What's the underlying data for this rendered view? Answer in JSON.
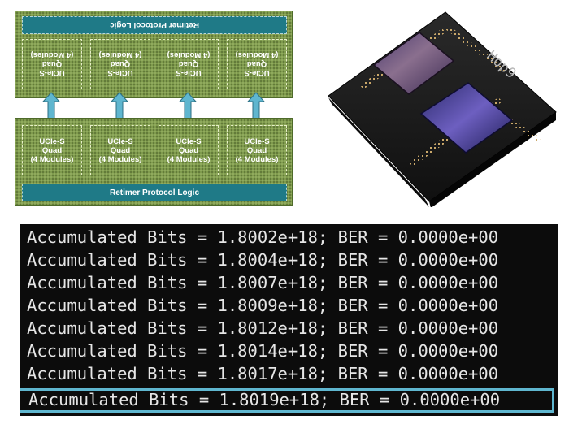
{
  "diagram": {
    "top_die": {
      "protocol_label": "Retimer Protocol Logic",
      "quads": [
        {
          "line1": "UCIe-S",
          "line2": "Quad",
          "line3": "(4 Modules)"
        },
        {
          "line1": "UCIe-S",
          "line2": "Quad",
          "line3": "(4 Modules)"
        },
        {
          "line1": "UCIe-S",
          "line2": "Quad",
          "line3": "(4 Modules)"
        },
        {
          "line1": "UCIe-S",
          "line2": "Quad",
          "line3": "(4 Modules)"
        }
      ]
    },
    "bottom_die": {
      "protocol_label": "Retimer Protocol Logic",
      "quads": [
        {
          "line1": "UCIe-S",
          "line2": "Quad",
          "line3": "(4 Modules)"
        },
        {
          "line1": "UCIe-S",
          "line2": "Quad",
          "line3": "(4 Modules)"
        },
        {
          "line1": "UCIe-S",
          "line2": "Quad",
          "line3": "(4 Modules)"
        },
        {
          "line1": "UCIe-S",
          "line2": "Quad",
          "line3": "(4 Modules)"
        }
      ]
    },
    "colors": {
      "die": "#7f9b4d",
      "protocol_bar": "#1f7a87",
      "arrow": "#5fb6cf"
    }
  },
  "chip_photo": {
    "marking": "Hop9"
  },
  "terminal": {
    "lines": [
      "Accumulated Bits = 1.8002e+18; BER = 0.0000e+00",
      "Accumulated Bits = 1.8004e+18; BER = 0.0000e+00",
      "Accumulated Bits = 1.8007e+18; BER = 0.0000e+00",
      "Accumulated Bits = 1.8009e+18; BER = 0.0000e+00",
      "Accumulated Bits = 1.8012e+18; BER = 0.0000e+00",
      "Accumulated Bits = 1.8014e+18; BER = 0.0000e+00",
      "Accumulated Bits = 1.8017e+18; BER = 0.0000e+00",
      "Accumulated Bits = 1.8019e+18; BER = 0.0000e+00"
    ],
    "highlight_color": "#5fb6cf"
  }
}
